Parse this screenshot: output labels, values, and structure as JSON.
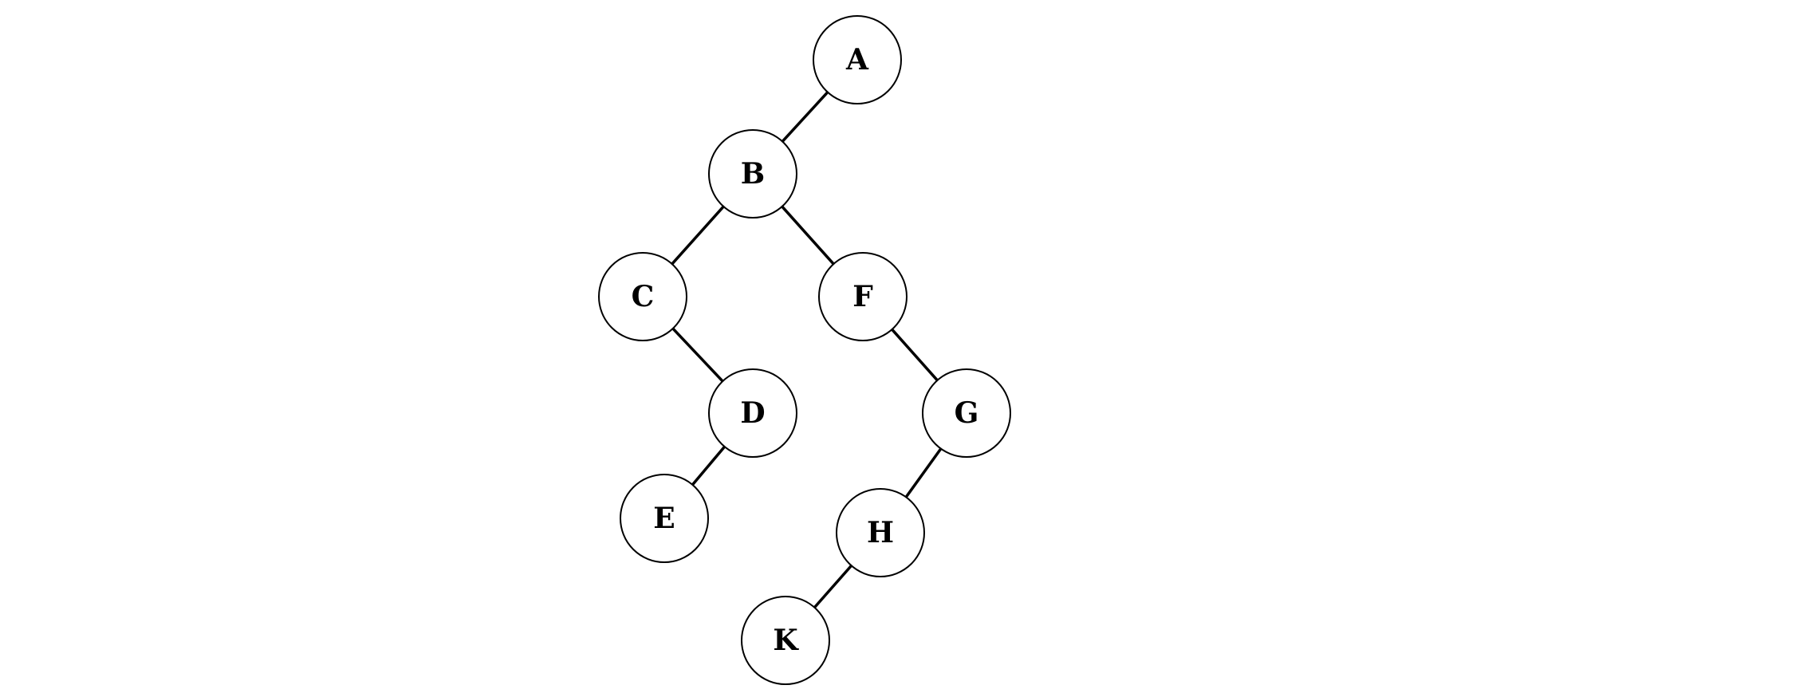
{
  "diagram": {
    "type": "binary-tree",
    "nodes": [
      {
        "id": "A",
        "label": "A"
      },
      {
        "id": "B",
        "label": "B"
      },
      {
        "id": "C",
        "label": "C"
      },
      {
        "id": "F",
        "label": "F"
      },
      {
        "id": "D",
        "label": "D"
      },
      {
        "id": "G",
        "label": "G"
      },
      {
        "id": "E",
        "label": "E"
      },
      {
        "id": "H",
        "label": "H"
      },
      {
        "id": "K",
        "label": "K"
      }
    ],
    "edges": [
      {
        "from": "A",
        "to": "B",
        "side": "left"
      },
      {
        "from": "B",
        "to": "C",
        "side": "left"
      },
      {
        "from": "B",
        "to": "F",
        "side": "right"
      },
      {
        "from": "C",
        "to": "D",
        "side": "right"
      },
      {
        "from": "D",
        "to": "E",
        "side": "left"
      },
      {
        "from": "F",
        "to": "G",
        "side": "right"
      },
      {
        "from": "G",
        "to": "H",
        "side": "left"
      },
      {
        "from": "H",
        "to": "K",
        "side": "left"
      }
    ]
  }
}
